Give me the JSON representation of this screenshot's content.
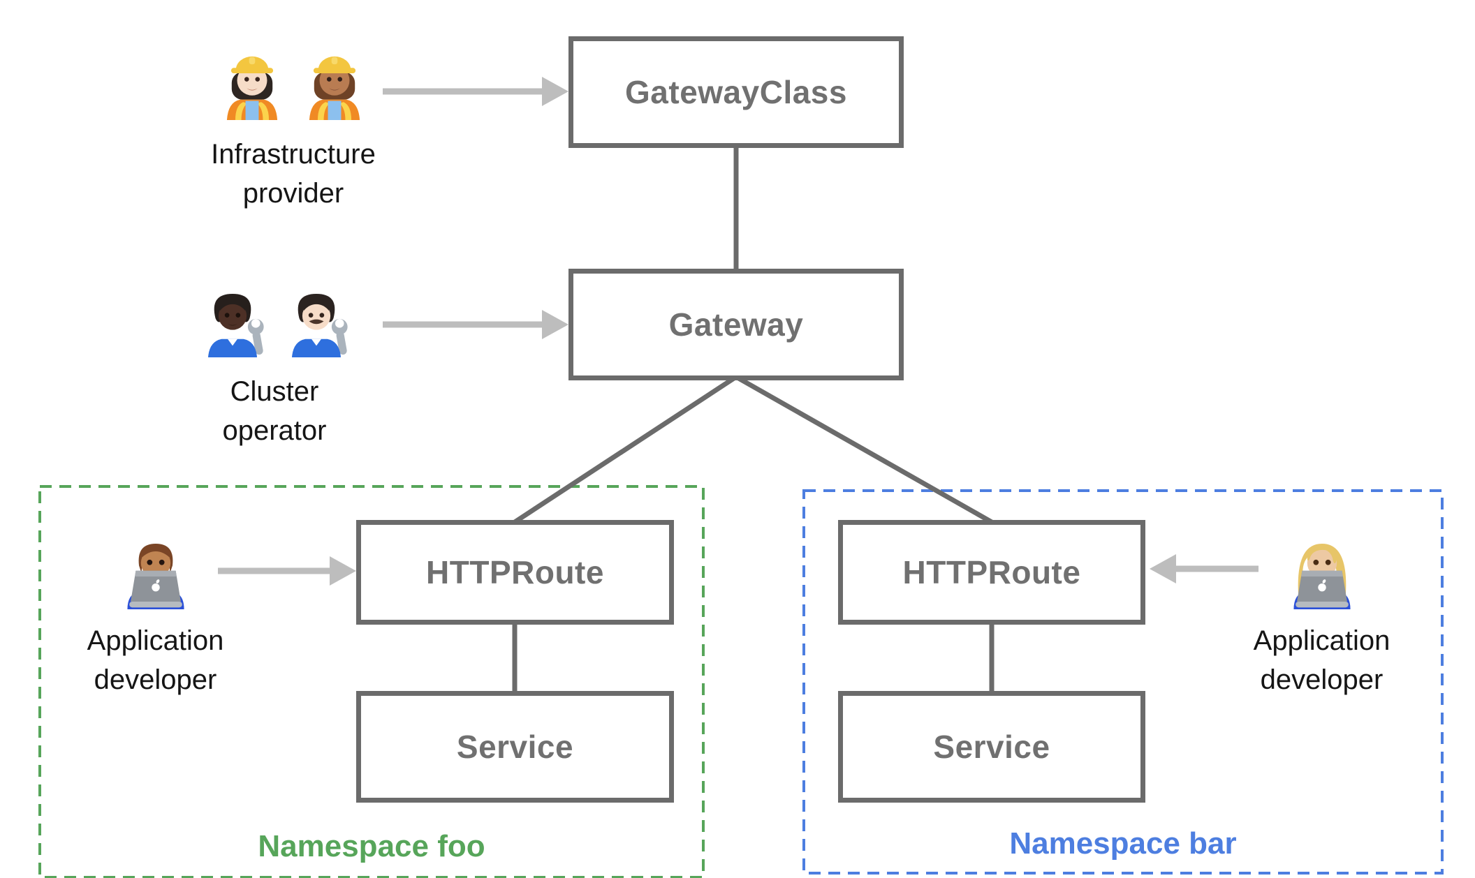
{
  "nodes": {
    "gateway_class": {
      "label": "GatewayClass"
    },
    "gateway": {
      "label": "Gateway"
    },
    "httproute_foo": {
      "label": "HTTPRoute"
    },
    "service_foo": {
      "label": "Service"
    },
    "httproute_bar": {
      "label": "HTTPRoute"
    },
    "service_bar": {
      "label": "Service"
    }
  },
  "actors": {
    "infrastructure_provider": {
      "label": "Infrastructure\nprovider",
      "emoji": "👷🏻‍♀️ 👷🏽‍♀️",
      "icon": "construction-workers-icon"
    },
    "cluster_operator": {
      "label": "Cluster\noperator",
      "emoji": "🧑🏿‍🔧 👨🏻‍🔧",
      "icon": "mechanics-icon"
    },
    "app_developer_foo": {
      "label": "Application\ndeveloper",
      "emoji": "👨🏽‍💻",
      "icon": "man-technologist-icon"
    },
    "app_developer_bar": {
      "label": "Application\ndeveloper",
      "emoji": "👩🏼‍💻",
      "icon": "woman-technologist-icon"
    }
  },
  "namespaces": {
    "foo": {
      "label": "Namespace foo",
      "color": "#57a55a"
    },
    "bar": {
      "label": "Namespace bar",
      "color": "#4d7ee0"
    }
  },
  "colors": {
    "node_border": "#6b6b6b",
    "node_text": "#707070",
    "connector": "#6b6b6b",
    "arrow": "#bdbdbd",
    "actor_text": "#151515",
    "background": "#ffffff"
  }
}
